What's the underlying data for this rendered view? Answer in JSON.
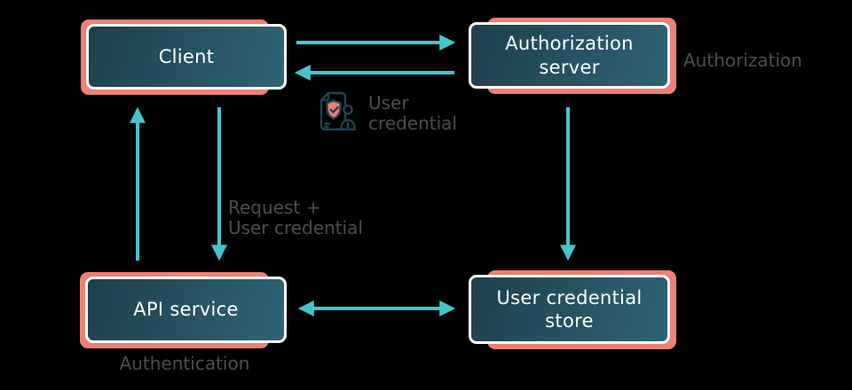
{
  "diagram": {
    "title": "client credentials flow diagram",
    "background": "#000000",
    "colors": {
      "box_gradient_start": "#1f3f4e",
      "box_gradient_end": "#2f6374",
      "box_border": "#ffffff",
      "box_text": "#ffffff",
      "accent_salmon": "#ee8173",
      "arrow_teal": "#44c4d0",
      "label_gray": "#4c4f52",
      "icon_outline": "#1e4453"
    },
    "nodes": {
      "client": {
        "label": "Client"
      },
      "auth_server": {
        "label": "Authorization\nserver"
      },
      "api_service": {
        "label": "API service"
      },
      "credential_store": {
        "label": "User credential\nstore"
      }
    },
    "edge_labels": {
      "user_credential": "User\ncredential",
      "request_user_credential": "Request +\nUser credential"
    },
    "stage_labels": {
      "authorization": "Authorization",
      "authentication": "Authentication"
    },
    "icons": {
      "user_credential_icon": "document-shield-user-icon"
    },
    "edges": [
      {
        "from": "client",
        "to": "auth_server",
        "direction": "right"
      },
      {
        "from": "auth_server",
        "to": "client",
        "direction": "left",
        "label": "User credential"
      },
      {
        "from": "api_service",
        "to": "client",
        "direction": "up"
      },
      {
        "from": "client",
        "to": "api_service",
        "direction": "down",
        "label": "Request + User credential"
      },
      {
        "from": "auth_server",
        "to": "credential_store",
        "direction": "down"
      },
      {
        "from": "api_service",
        "to": "credential_store",
        "direction": "both"
      }
    ]
  }
}
